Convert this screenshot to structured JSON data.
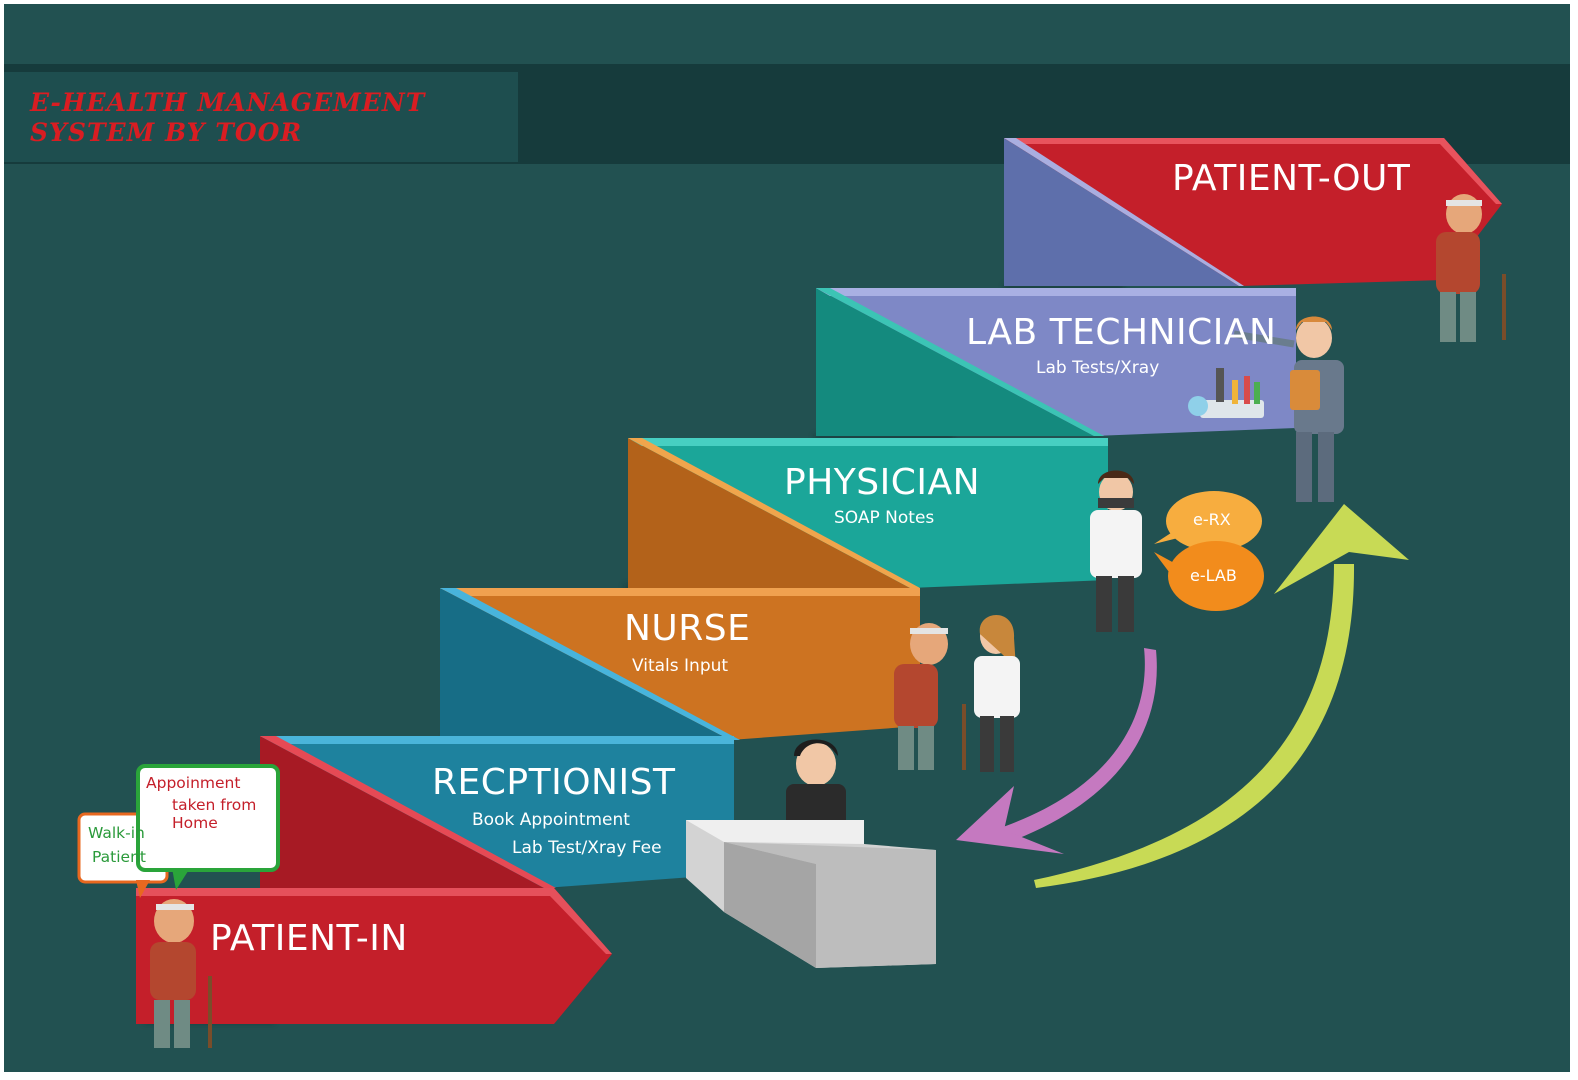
{
  "header": {
    "title_line1": "E-HEALTH MANAGEMENT",
    "title_line2": "SYSTEM BY TOOR"
  },
  "stages": {
    "patient_in": {
      "title": "PATIENT-IN"
    },
    "receptionist": {
      "title": "RECPTIONIST",
      "line1": "Book Appointment",
      "line2": "Lab Test/Xray Fee"
    },
    "nurse": {
      "title": "NURSE",
      "subtitle": "Vitals Input"
    },
    "physician": {
      "title": "PHYSICIAN",
      "subtitle": "SOAP Notes"
    },
    "lab_technician": {
      "title": "LAB TECHNICIAN",
      "subtitle": "Lab Tests/Xray"
    },
    "patient_out": {
      "title": "PATIENT-OUT"
    }
  },
  "bubbles": {
    "erx": "e-RX",
    "elab": "e-LAB"
  },
  "notes": {
    "walk_in": {
      "line1": "Walk-in",
      "line2": "Patient"
    },
    "appointment": {
      "line1": "Appoinment",
      "line2": "taken from",
      "line3": "Home"
    }
  },
  "colors": {
    "background": "#225151",
    "header_band": "#163b3c",
    "patient_in": "#c41f2a",
    "receptionist": "#1e829e",
    "nurse": "#cd7321",
    "physician": "#1ba699",
    "lab_technician": "#7e88c6",
    "patient_out": "#c41f2a",
    "arrow_pink": "#c579c0",
    "arrow_green": "#c8da55",
    "title_red": "#d91d22"
  },
  "icons": [
    "elderly-patient-icon",
    "receptionist-desk-icon",
    "nurse-icon",
    "physician-icon",
    "lab-equipment-icon",
    "lab-technician-icon"
  ]
}
